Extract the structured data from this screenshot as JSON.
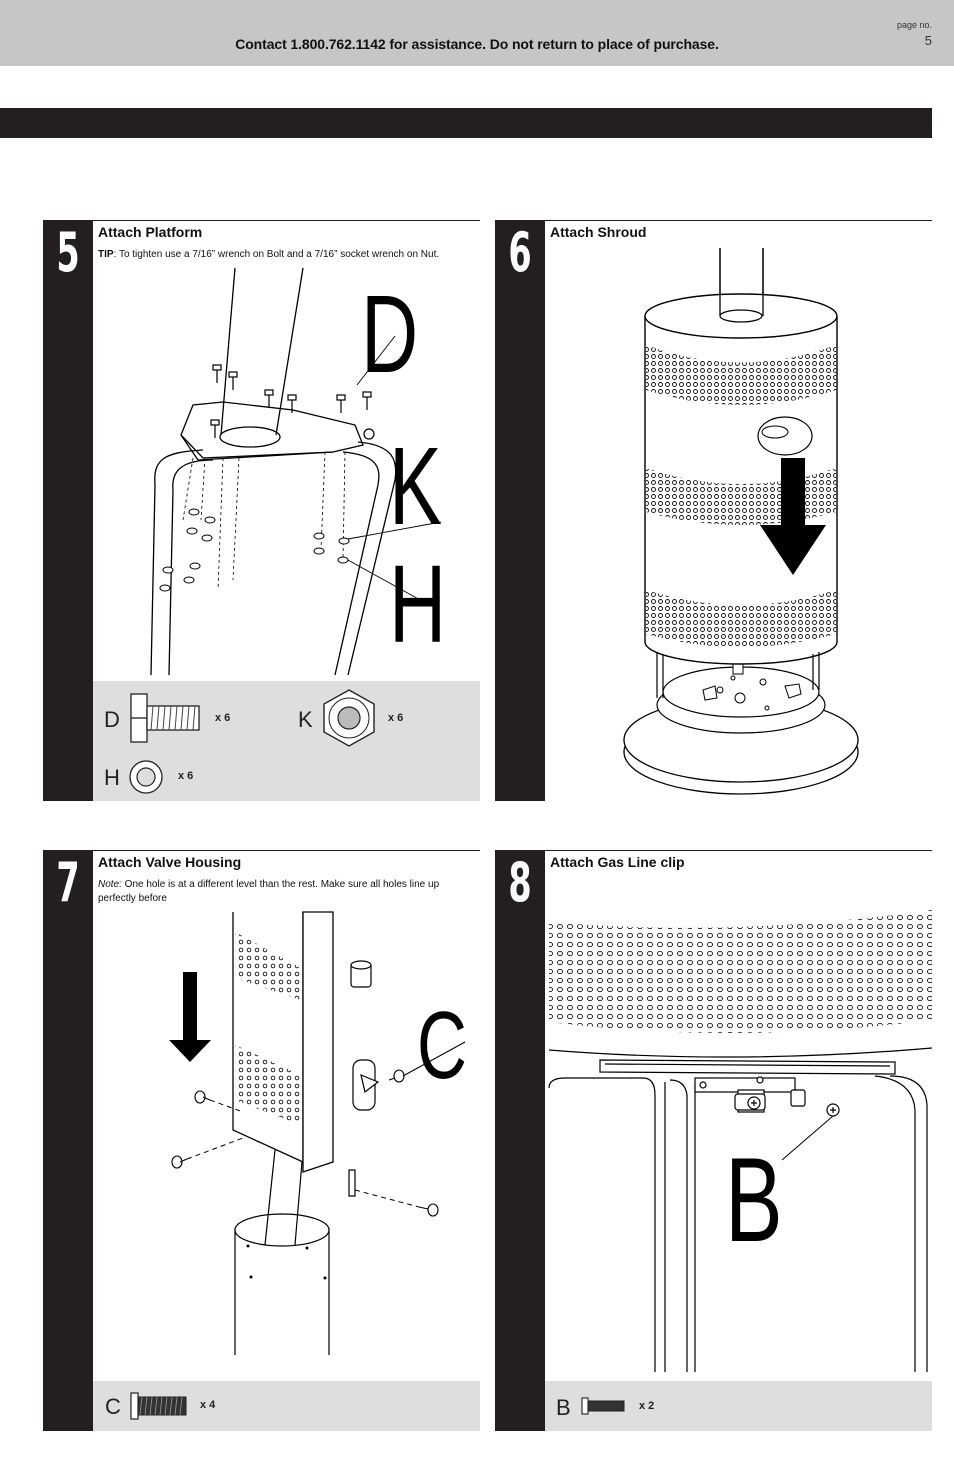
{
  "header": {
    "contact": "Contact 1.800.762.1142 for assistance. Do not return to place of purchase.",
    "page_label": "page no.",
    "page_number": "5"
  },
  "steps": [
    {
      "number": "5",
      "title": "Attach Platform",
      "tip_label": "TIP",
      "tip_text": ": To tighten use a 7/16” wrench on Bolt and a 7/16” socket wrench on Nut.",
      "callouts": [
        "D",
        "K",
        "H"
      ],
      "parts": [
        {
          "label": "D",
          "qty": "x 6",
          "icon": "bolt-icon"
        },
        {
          "label": "K",
          "qty": "x 6",
          "icon": "nut-icon"
        },
        {
          "label": "H",
          "qty": "x 6",
          "icon": "washer-icon"
        }
      ]
    },
    {
      "number": "6",
      "title": "Attach Shroud"
    },
    {
      "number": "7",
      "title": "Attach Valve Housing",
      "note_label": "Note:",
      "note_text": " One hole is at a different level than the rest.  Make sure all holes line up perfectly before",
      "callouts": [
        "C"
      ],
      "parts": [
        {
          "label": "C",
          "qty": "x 4",
          "icon": "screw-icon"
        }
      ]
    },
    {
      "number": "8",
      "title": "Attach Gas Line clip",
      "callouts": [
        "B"
      ],
      "parts": [
        {
          "label": "B",
          "qty": "x 2",
          "icon": "screw-icon"
        }
      ]
    }
  ]
}
